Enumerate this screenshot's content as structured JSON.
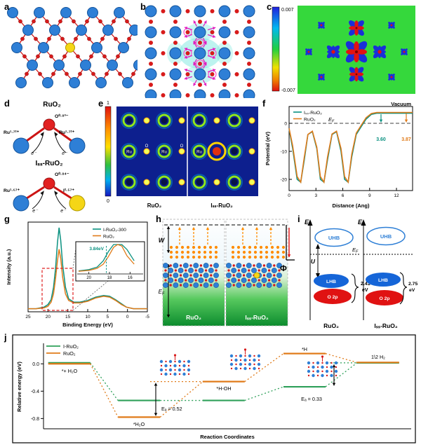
{
  "panel_labels": {
    "a": "a",
    "b": "b",
    "c": "c",
    "d": "d",
    "e": "e",
    "f": "f",
    "g": "g",
    "h": "h",
    "i": "i",
    "j": "j"
  },
  "misc": {
    "e": "E",
    "f_sub": "F"
  },
  "panel_c": {
    "cb_max": "0.007",
    "cb_min": "-0.007"
  },
  "panel_d": {
    "title1": "RuO₂",
    "o1": "O⁰·⁸³⁻",
    "ru1l": "Ru¹·⁷²⁺",
    "ru1r": "Ru¹·⁷²⁺",
    "e1": "e⁻",
    "e2": "e⁻",
    "title2": "Iₛₛ-RuO₂",
    "o2": "O⁰·⁸⁴⁻",
    "ru2l": "Ru¹·⁶⁷⁺",
    "i2": "I²·⁵⁷⁺",
    "e3": "e⁻",
    "e4": "e⁻"
  },
  "panel_e": {
    "cb_top": "1",
    "cb_bottom": "0",
    "ru": "Ru",
    "o": "O",
    "label_left": "RuO₂",
    "label_right": "Iₛₛ-RuO₂"
  },
  "panel_h": {
    "w": "W",
    "phi": "Φ",
    "label_left": "RuO₂",
    "label_right": "Iₛₛ-RuO₂"
  },
  "panel_i": {
    "e_axis": "E",
    "uhb": "UHB",
    "lhb": "LHB",
    "o2p": "O 2p",
    "u": "U",
    "gap_left": "2.41",
    "gap_right": "2.75",
    "ev": "eV",
    "label_left": "RuO₂",
    "label_right": "Iₛₛ-RuO₂"
  },
  "chart_data": [
    {
      "id": "f",
      "type": "line",
      "xlabel": "Distance (Ang)",
      "ylabel": "Potential (eV)",
      "xlim": [
        0,
        13.8
      ],
      "ylim": [
        -24,
        6
      ],
      "xticks": [
        "0",
        "3",
        "6",
        "9",
        "12"
      ],
      "xtick_values": [
        0,
        3,
        6,
        9,
        12
      ],
      "yticks": [
        "0",
        "-10",
        "-20"
      ],
      "ytick_values": [
        0,
        -10,
        -20
      ],
      "fermi_level": 0,
      "annotations": {
        "vacuum": "Vacuum",
        "wf_iss": "3.60",
        "wf_ruo2": "3.87"
      },
      "series": [
        {
          "name": "Iₛₛ-RuO₂",
          "color": "#0a9180",
          "x": [
            0,
            0.4,
            0.9,
            1.3,
            1.7,
            2.1,
            2.6,
            3.1,
            3.5,
            3.9,
            4.3,
            4.8,
            5.3,
            5.8,
            6.2,
            6.6,
            7.0,
            7.5,
            8.0,
            8.6,
            9.2,
            9.8,
            10.5,
            11.5,
            12.5,
            13.8
          ],
          "y": [
            -2,
            -9,
            -20,
            -21,
            -13,
            -4,
            -3,
            -9,
            -20,
            -21,
            -13,
            -4,
            -3,
            -10,
            -20,
            -21,
            -12,
            -4,
            -1.5,
            1.5,
            3.2,
            3.6,
            3.6,
            3.6,
            3.6,
            3.6
          ]
        },
        {
          "name": "RuO₂",
          "color": "#e07b1a",
          "x": [
            0,
            0.4,
            0.9,
            1.3,
            1.7,
            2.1,
            2.6,
            3.1,
            3.5,
            3.9,
            4.3,
            4.8,
            5.3,
            5.8,
            6.2,
            6.6,
            7.0,
            7.5,
            8.0,
            8.6,
            9.2,
            9.8,
            10.5,
            11.5,
            12.5,
            13.8
          ],
          "y": [
            -1.8,
            -8,
            -19,
            -21,
            -12,
            -4,
            -2.8,
            -8.5,
            -19,
            -21,
            -12,
            -3.8,
            -2.8,
            -9,
            -19,
            -21,
            -11,
            -3.5,
            -1,
            2,
            3.5,
            3.85,
            3.87,
            3.87,
            3.87,
            3.87
          ]
        }
      ]
    },
    {
      "id": "g",
      "type": "line",
      "xlabel": "Binding Energy (eV)",
      "ylabel": "Intensity (a.u.)",
      "xlim": [
        25,
        -5
      ],
      "xticks": [
        "25",
        "20",
        "15",
        "10",
        "5",
        "0",
        "-5"
      ],
      "xtick_values": [
        25,
        20,
        15,
        10,
        5,
        0,
        -5
      ],
      "inset": {
        "xticks": [
          "20",
          "18",
          "16"
        ],
        "xtick_values": [
          20,
          18,
          16
        ],
        "annotation": "3.84eV"
      },
      "series": [
        {
          "name": "I-RuO₂-300",
          "color": "#0a9180",
          "x": [
            25,
            23,
            21,
            20,
            19.2,
            18.6,
            18.1,
            17.6,
            17.2,
            16.8,
            16.3,
            15.6,
            14.8,
            13.5,
            12,
            10,
            8,
            6,
            4.5,
            3,
            1.5,
            0.3,
            -1.5,
            -3,
            -5
          ],
          "y": [
            0.02,
            0.02,
            0.04,
            0.07,
            0.13,
            0.28,
            0.5,
            0.82,
            1.0,
            0.85,
            0.55,
            0.28,
            0.14,
            0.1,
            0.1,
            0.12,
            0.16,
            0.18,
            0.17,
            0.13,
            0.08,
            0.04,
            0.02,
            0.02,
            0.02
          ]
        },
        {
          "name": "RuO₂",
          "color": "#e07b1a",
          "x": [
            25,
            23,
            21,
            20,
            19.2,
            18.6,
            18.1,
            17.6,
            17.2,
            16.8,
            16.3,
            15.6,
            14.8,
            13.5,
            12,
            10,
            8,
            6,
            4.5,
            3,
            1.5,
            0.3,
            -1.5,
            -3,
            -5
          ],
          "y": [
            0.02,
            0.02,
            0.03,
            0.05,
            0.1,
            0.2,
            0.38,
            0.6,
            0.74,
            0.63,
            0.4,
            0.2,
            0.12,
            0.09,
            0.09,
            0.11,
            0.15,
            0.17,
            0.16,
            0.12,
            0.07,
            0.04,
            0.02,
            0.02,
            0.02
          ]
        }
      ]
    },
    {
      "id": "j",
      "type": "levels",
      "xlabel": "Reaction Coordinates",
      "ylabel": "Relative energy (eV)",
      "ylim": [
        -0.95,
        0.3
      ],
      "yticks": [
        "0.0",
        "-0.4",
        "-0.8"
      ],
      "ytick_values": [
        0,
        -0.4,
        -0.8
      ],
      "states": [
        "*+ H₂O",
        "*H₂O",
        "*H-OH",
        "*H",
        "1\\2 H₂"
      ],
      "series": [
        {
          "name": "I-RuO₂",
          "color": "#2fa05a",
          "levels": [
            0.0,
            -0.55,
            -0.55,
            -0.35,
            0.0
          ]
        },
        {
          "name": "RuO₂",
          "color": "#e07b1a",
          "levels": [
            0.0,
            -0.78,
            -0.26,
            0.15,
            0.02
          ]
        }
      ],
      "barriers": [
        {
          "label": "Eₐ = 0.52"
        },
        {
          "label": "Eₐ = 0.33"
        }
      ]
    }
  ]
}
